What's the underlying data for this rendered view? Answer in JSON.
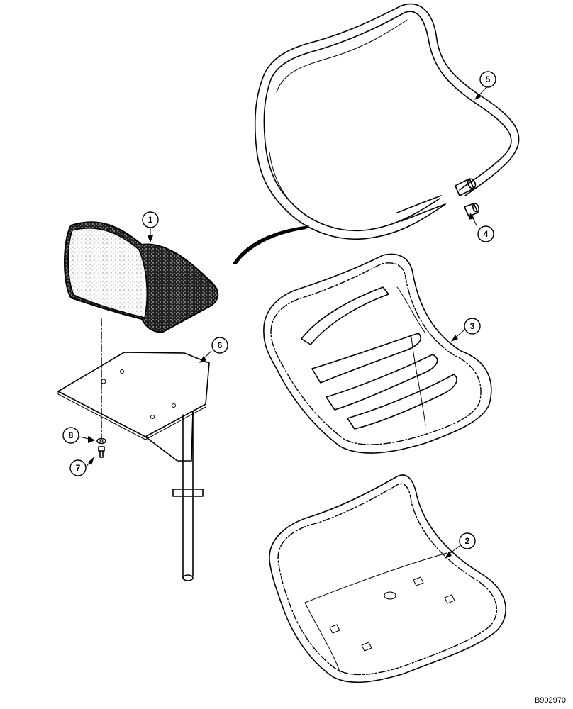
{
  "callouts": {
    "c1": "1",
    "c2": "2",
    "c3": "3",
    "c4": "4",
    "c5": "5",
    "c6": "6",
    "c7": "7",
    "c8": "8"
  },
  "reference_code": "B902970"
}
